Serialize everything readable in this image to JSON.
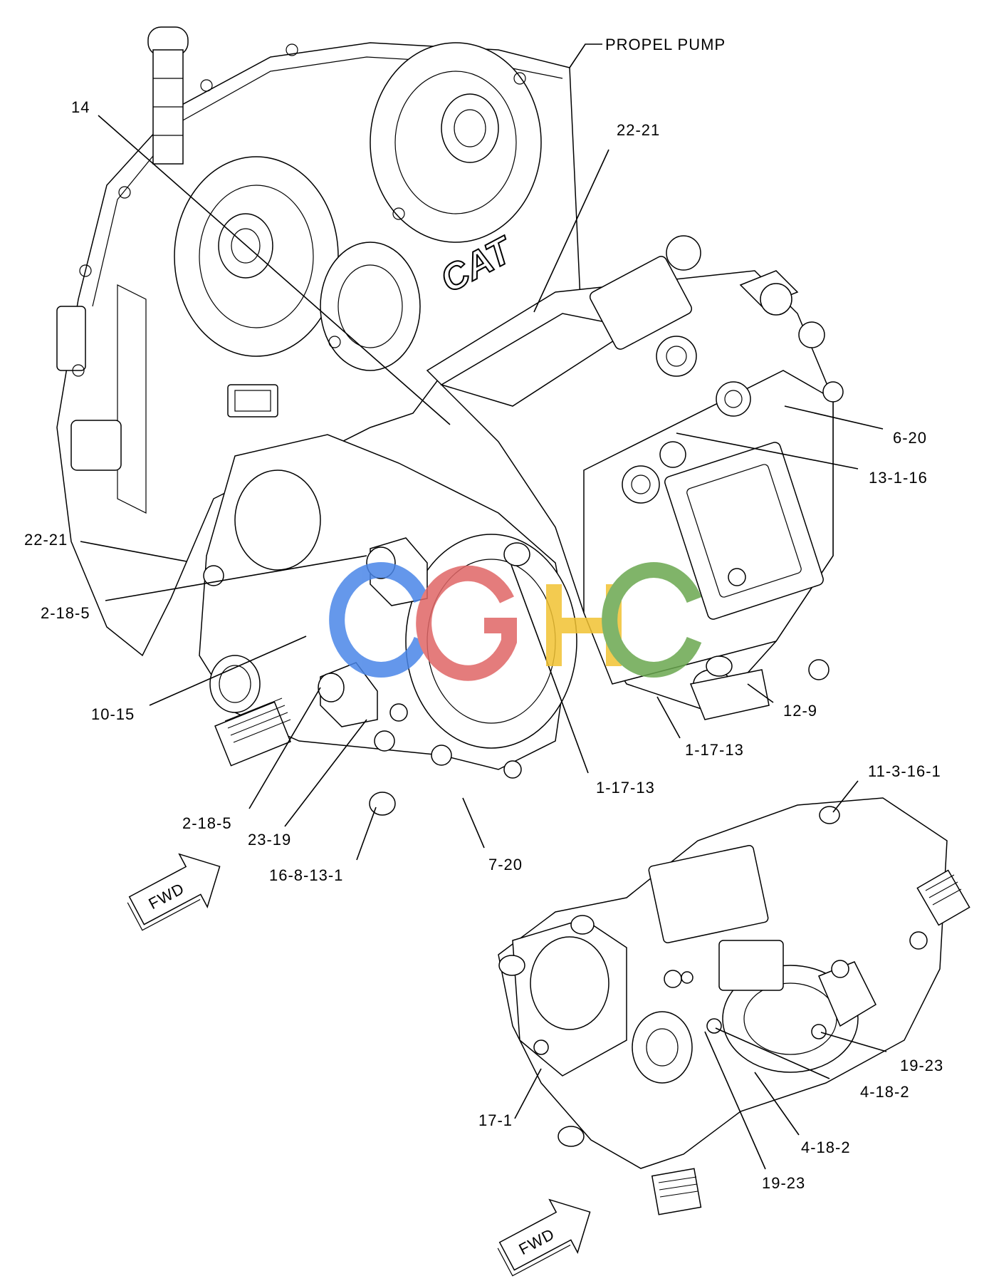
{
  "callouts": {
    "propel_pump": "PROPEL PUMP",
    "c14": "14",
    "c22_21_top": "22-21",
    "c6_20": "6-20",
    "c13_1_16": "13-1-16",
    "c22_21_left": "22-21",
    "c2_18_5_a": "2-18-5",
    "c10_15": "10-15",
    "c12_9": "12-9",
    "c1_17_13_a": "1-17-13",
    "c1_17_13_b": "1-17-13",
    "c2_18_5_b": "2-18-5",
    "c23_19": "23-19",
    "c16_8_13_1": "16-8-13-1",
    "c7_20": "7-20",
    "c11_3_16_1": "11-3-16-1",
    "c19_23_a": "19-23",
    "c4_18_2_a": "4-18-2",
    "c17_1": "17-1",
    "c4_18_2_b": "4-18-2",
    "c19_23_b": "19-23"
  },
  "fwd_arrow_label": "FWD",
  "housing_logo": "CAT",
  "watermark": {
    "text": "CGHC",
    "colors": [
      "#4a86e8",
      "#e06666",
      "#f1c232",
      "#6aa84f"
    ]
  }
}
